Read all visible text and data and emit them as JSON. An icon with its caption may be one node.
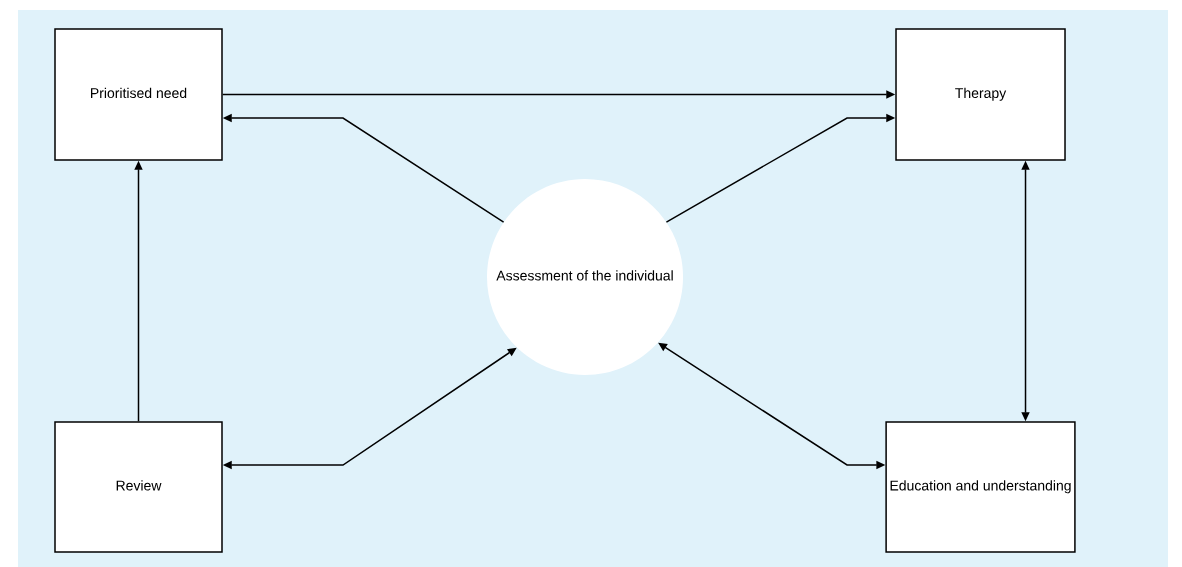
{
  "diagram": {
    "nodes": [
      {
        "text": [
          "Prioritised need"
        ]
      },
      {
        "text": [
          "Therapy"
        ]
      },
      {
        "text": [
          "Assessment of the individual"
        ]
      },
      {
        "text": [
          "Review"
        ]
      },
      {
        "text": [
          "Education and understanding"
        ]
      }
    ],
    "edges": [
      {
        "from": 0,
        "to": 1,
        "arrow": "to"
      },
      {
        "from": 2,
        "to": 0,
        "arrow": "to"
      },
      {
        "from": 2,
        "to": 1,
        "arrow": "to"
      },
      {
        "from": 3,
        "to": 0,
        "arrow": "to"
      },
      {
        "from": 1,
        "to": 4,
        "arrow": "both"
      },
      {
        "from": 2,
        "to": 3,
        "arrow": "both"
      },
      {
        "from": 2,
        "to": 4,
        "arrow": "both"
      }
    ]
  }
}
